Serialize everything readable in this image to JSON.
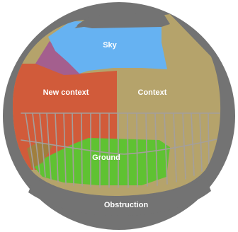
{
  "regions": [
    {
      "id": "sky",
      "label": "Sky",
      "color": "#66b2f2"
    },
    {
      "id": "context",
      "label": "Context",
      "color": "#b5a36b"
    },
    {
      "id": "new_context",
      "label": "New context",
      "color": "#d15b3a"
    },
    {
      "id": "ground",
      "label": "Ground",
      "color": "#5fc232"
    },
    {
      "id": "obstruction",
      "label": "Obstruction",
      "color": "#737373"
    }
  ],
  "accent_colors": {
    "purple_patch": "#a45f8e",
    "rail": "#a49f9c"
  }
}
